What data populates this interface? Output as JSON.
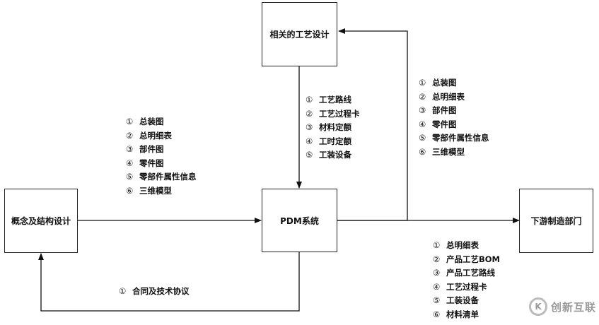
{
  "nodes": {
    "process_design": "相关的工艺设计",
    "concept_design": "概念及结构设计",
    "pdm": "PDM系统",
    "downstream": "下游制造部门"
  },
  "lists": {
    "concept_to_pdm": [
      {
        "num": "①",
        "text": "总装图"
      },
      {
        "num": "②",
        "text": "总明细表"
      },
      {
        "num": "③",
        "text": "部件图"
      },
      {
        "num": "④",
        "text": "零件图"
      },
      {
        "num": "⑤",
        "text": "零部件属性信息"
      },
      {
        "num": "⑥",
        "text": "三维模型"
      }
    ],
    "process_to_pdm": [
      {
        "num": "①",
        "text": "工艺路线"
      },
      {
        "num": "②",
        "text": "工艺过程卡"
      },
      {
        "num": "③",
        "text": "材料定额"
      },
      {
        "num": "④",
        "text": "工时定额"
      },
      {
        "num": "⑤",
        "text": "工装设备"
      }
    ],
    "pdm_to_process": [
      {
        "num": "①",
        "text": "总装图"
      },
      {
        "num": "②",
        "text": "总明细表"
      },
      {
        "num": "③",
        "text": "部件图"
      },
      {
        "num": "④",
        "text": "零件图"
      },
      {
        "num": "⑤",
        "text": "零部件属性信息"
      },
      {
        "num": "⑥",
        "text": "三维模型"
      }
    ],
    "pdm_to_downstream": [
      {
        "num": "①",
        "text": "总明细表"
      },
      {
        "num": "②",
        "text": "产品工艺BOM"
      },
      {
        "num": "③",
        "text": "产品工艺路线"
      },
      {
        "num": "④",
        "text": "工艺过程卡"
      },
      {
        "num": "⑤",
        "text": "工装设备"
      },
      {
        "num": "⑥",
        "text": "材料清单"
      }
    ]
  },
  "feedback": {
    "num": "①",
    "text": "合同及技术协议"
  },
  "watermark": {
    "text": "创新互联",
    "logo_glyph": "K"
  }
}
